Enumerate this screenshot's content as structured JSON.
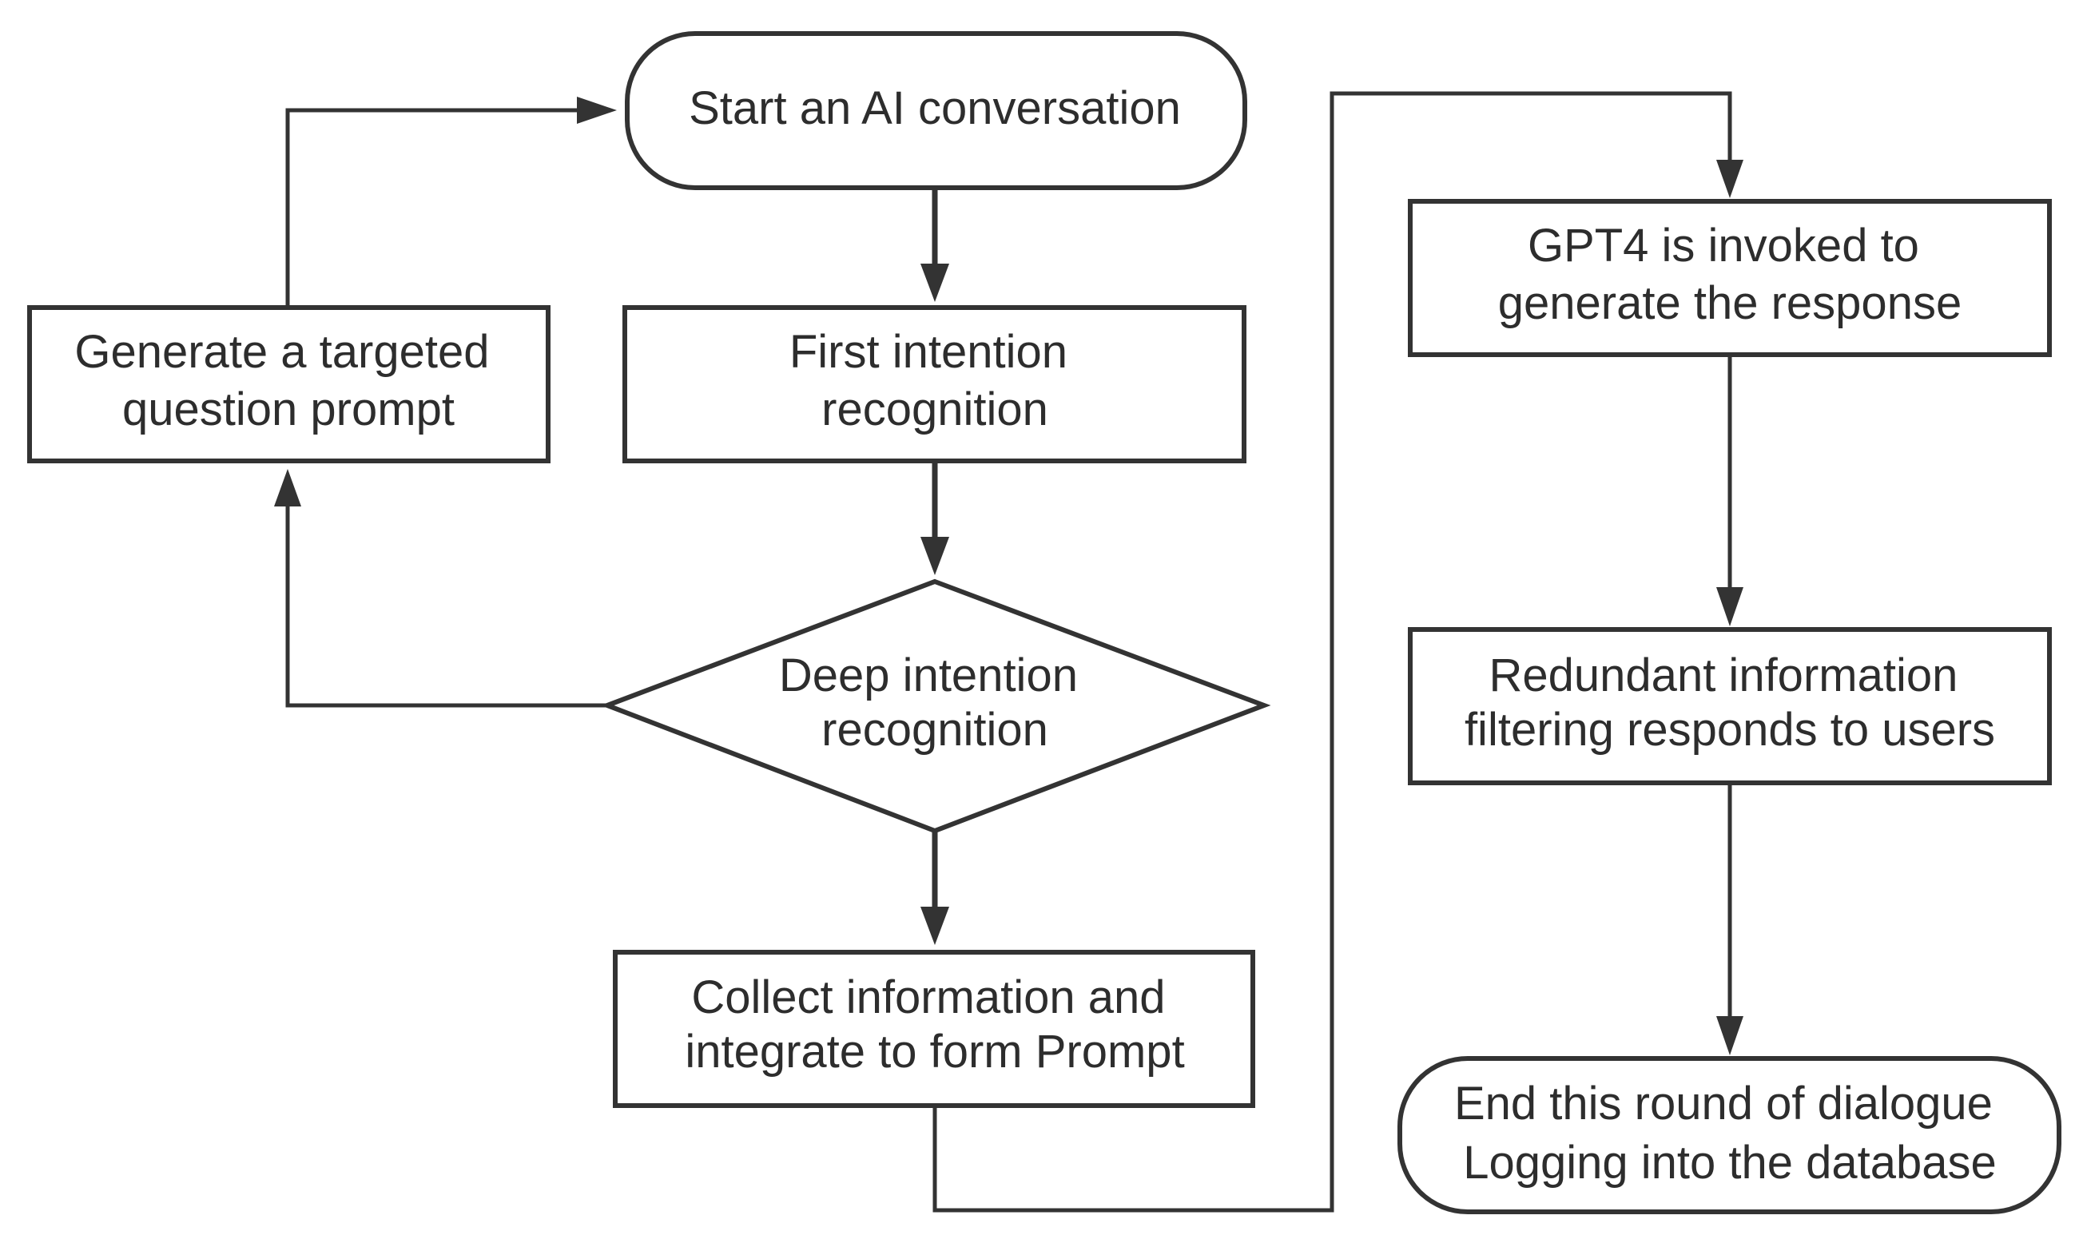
{
  "colors": {
    "stroke": "#333333",
    "text": "#2d2d2d",
    "background": "#ffffff"
  },
  "nodes": {
    "start": {
      "shape": "terminal",
      "lines": [
        "Start an AI conversation"
      ]
    },
    "first_intention": {
      "shape": "process",
      "lines": [
        "First intention",
        "recognition"
      ]
    },
    "deep_intention": {
      "shape": "decision",
      "lines": [
        "Deep intention",
        "recognition"
      ]
    },
    "targeted_prompt": {
      "shape": "process",
      "lines": [
        "Generate a targeted",
        "question prompt"
      ]
    },
    "collect_info": {
      "shape": "process",
      "lines": [
        "Collect information and",
        "integrate to form Prompt"
      ]
    },
    "gpt4": {
      "shape": "process",
      "lines": [
        "GPT4 is invoked to",
        "generate the response"
      ]
    },
    "filtering": {
      "shape": "process",
      "lines": [
        "Redundant information",
        "filtering responds to users"
      ]
    },
    "end": {
      "shape": "terminal",
      "lines": [
        "End this round of dialogue",
        "Logging into the database"
      ]
    }
  },
  "edges": [
    {
      "from": "start",
      "to": "first_intention"
    },
    {
      "from": "first_intention",
      "to": "deep_intention"
    },
    {
      "from": "deep_intention",
      "to": "targeted_prompt"
    },
    {
      "from": "targeted_prompt",
      "to": "start"
    },
    {
      "from": "deep_intention",
      "to": "collect_info"
    },
    {
      "from": "collect_info",
      "to": "gpt4"
    },
    {
      "from": "gpt4",
      "to": "filtering"
    },
    {
      "from": "filtering",
      "to": "end"
    }
  ]
}
